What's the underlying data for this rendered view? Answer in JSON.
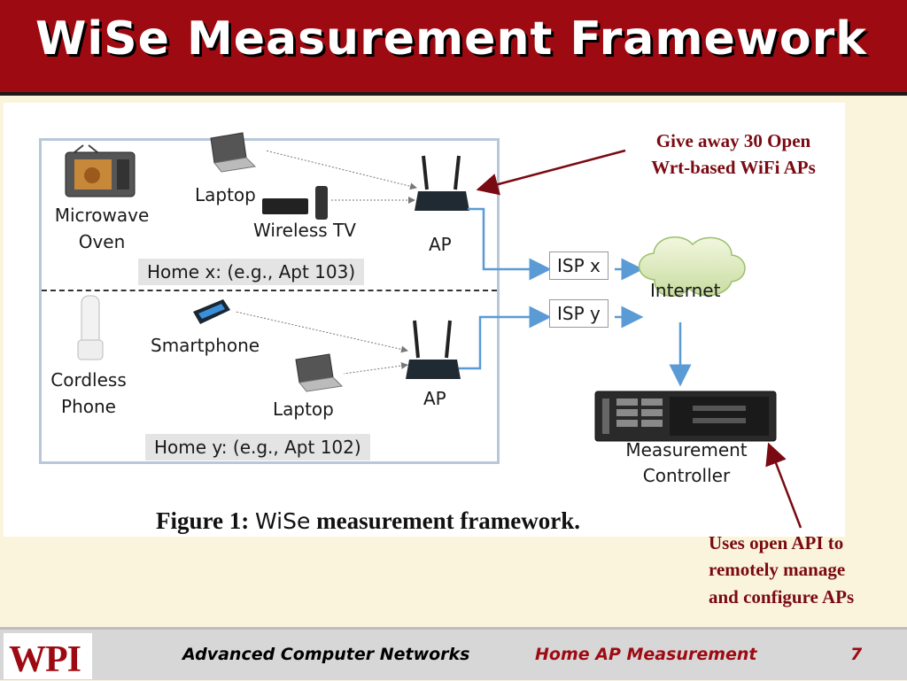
{
  "slide": {
    "title": "WiSe Measurement Framework",
    "colors": {
      "title_bg": "#9e0a12",
      "note_text": "#7a0a12",
      "arrow": "#5b9bd5",
      "background": "#fbf4dc"
    }
  },
  "diagram": {
    "home_x": {
      "label": "Home x: (e.g., Apt 103)",
      "devices": {
        "microwave": "Microwave\nOven",
        "laptop": "Laptop",
        "tv": "Wireless TV",
        "ap": "AP"
      }
    },
    "home_y": {
      "label": "Home y: (e.g., Apt 102)",
      "devices": {
        "phone": "Cordless\nPhone",
        "smartphone": "Smartphone",
        "laptop": "Laptop",
        "ap": "AP"
      }
    },
    "isp_x": "ISP x",
    "isp_y": "ISP y",
    "internet": "Internet",
    "controller": "Measurement\nController",
    "caption_figure": "Figure 1:",
    "caption_name": "WiSe",
    "caption_rest": "measurement framework.",
    "icons": [
      "microwave-icon",
      "laptop-icon",
      "wireless-tv-icon",
      "router-icon",
      "cordless-phone-icon",
      "smartphone-icon",
      "cloud-icon",
      "server-rack-icon"
    ]
  },
  "notes": {
    "ap_note": "Give away 30 Open\nWrt-based WiFi APs",
    "api_note": "Uses open API to\nremotely manage\nand configure APs"
  },
  "footer": {
    "logo": "WPI",
    "course": "Advanced Computer Networks",
    "topic": "Home AP Measurement",
    "page": "7",
    "course_color": "#000000",
    "topic_color": "#9e0a12"
  }
}
